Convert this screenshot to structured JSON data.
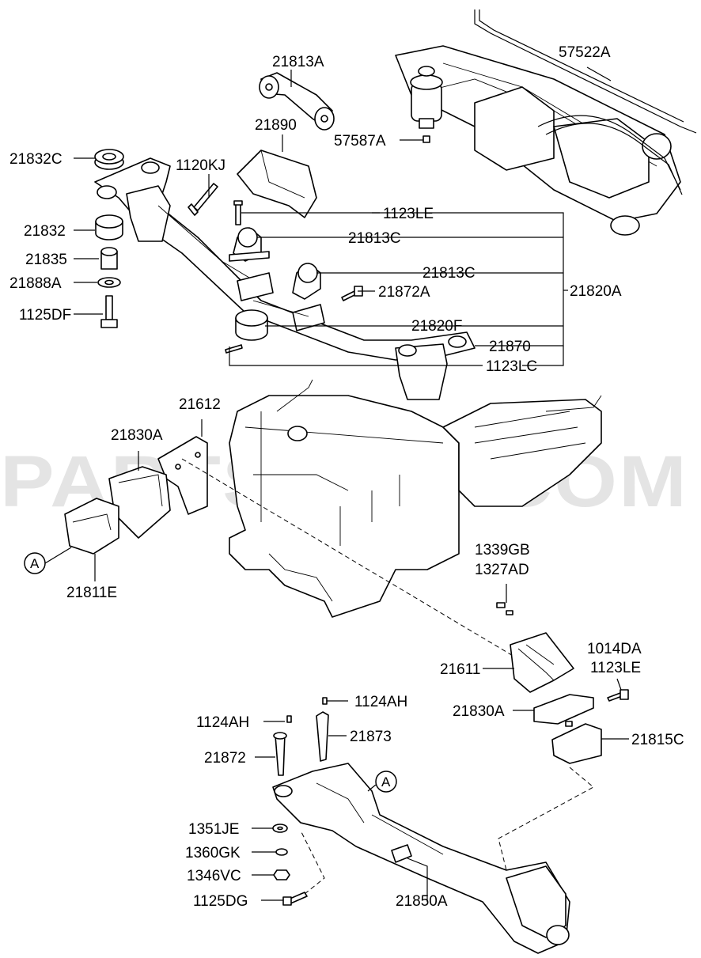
{
  "watermark": "PARTSOUQ.COM",
  "reference_marker": "A",
  "labels": {
    "p57522A": "57522A",
    "p21813A": "21813A",
    "p21890": "21890",
    "p57587A": "57587A",
    "p21832C": "21832C",
    "p1120KJ": "1120KJ",
    "p1123LE_top": "1123LE",
    "p21832": "21832",
    "p21813C_1": "21813C",
    "p21835": "21835",
    "p21813C_2": "21813C",
    "p21888A": "21888A",
    "p21872A": "21872A",
    "p21820A": "21820A",
    "p1125DF": "1125DF",
    "p21820F": "21820F",
    "p21870": "21870",
    "p1123LC": "1123LC",
    "p21612": "21612",
    "p21830A_top": "21830A",
    "p21811E": "21811E",
    "p1339GB": "1339GB",
    "p1327AD": "1327AD",
    "p1014DA": "1014DA",
    "p1123LE_right": "1123LE",
    "p21611": "21611",
    "p1124AH_1": "1124AH",
    "p21830A_bot": "21830A",
    "p1124AH_2": "1124AH",
    "p21815C": "21815C",
    "p21873": "21873",
    "p21872": "21872",
    "p1351JE": "1351JE",
    "p1360GK": "1360GK",
    "p1346VC": "1346VC",
    "p1125DG": "1125DG",
    "p21850A": "21850A"
  }
}
